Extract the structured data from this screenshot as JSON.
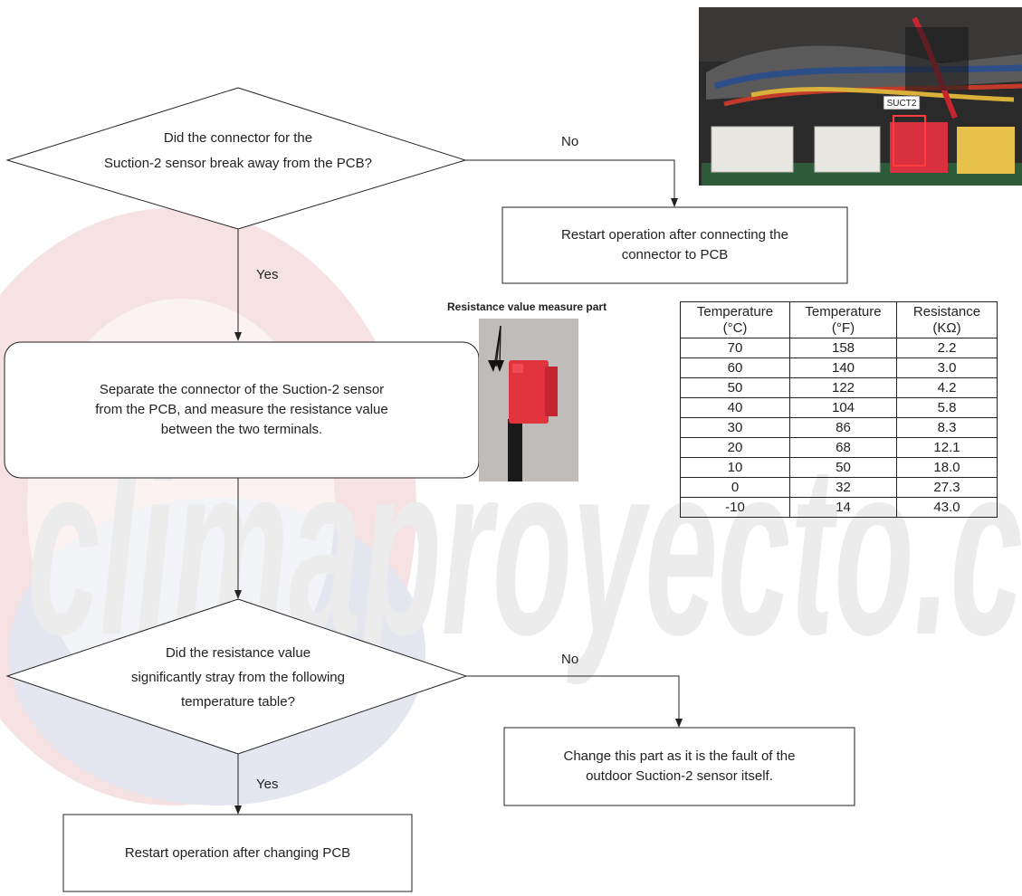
{
  "flow": {
    "q1": {
      "line1": "Did the connector for the",
      "line2": "Suction-2 sensor break away from the PCB?"
    },
    "q1_no": "No",
    "q1_yes": "Yes",
    "box1": {
      "line1": "Restart operation after connecting the",
      "line2": "connector to PCB"
    },
    "step": {
      "line1": "Separate the connector of the Suction-2 sensor",
      "line2": "from the PCB, and measure the resistance value",
      "line3": "between the two terminals."
    },
    "q2": {
      "line1": "Did the resistance value",
      "line2": "significantly stray from the following",
      "line3": "temperature table?"
    },
    "q2_no": "No",
    "q2_yes": "Yes",
    "box2": {
      "line1": "Change this part as it is the fault of the",
      "line2": "outdoor Suction-2 sensor itself."
    },
    "box3": "Restart operation after changing PCB"
  },
  "photos": {
    "pcb_tag": "SUCT2",
    "connector_caption": "Resistance value measure part"
  },
  "table": {
    "headers": [
      {
        "top": "Temperature",
        "bottom": "(°C)"
      },
      {
        "top": "Temperature",
        "bottom": "(°F)"
      },
      {
        "top": "Resistance",
        "bottom": "(KΩ)"
      }
    ],
    "rows": [
      [
        "70",
        "158",
        "2.2"
      ],
      [
        "60",
        "140",
        "3.0"
      ],
      [
        "50",
        "122",
        "4.2"
      ],
      [
        "40",
        "104",
        "5.8"
      ],
      [
        "30",
        "86",
        "8.3"
      ],
      [
        "20",
        "68",
        "12.1"
      ],
      [
        "10",
        "50",
        "18.0"
      ],
      [
        "0",
        "32",
        "27.3"
      ],
      [
        "-10",
        "14",
        "43.0"
      ]
    ]
  },
  "watermark": "climaproyecto.c",
  "colors": {
    "line": "#222222",
    "watermark_red": "#f3d6d8",
    "watermark_blue": "#d9dcea",
    "watermark_gray": "#ebebeb",
    "connector_red": "#e2343f"
  }
}
